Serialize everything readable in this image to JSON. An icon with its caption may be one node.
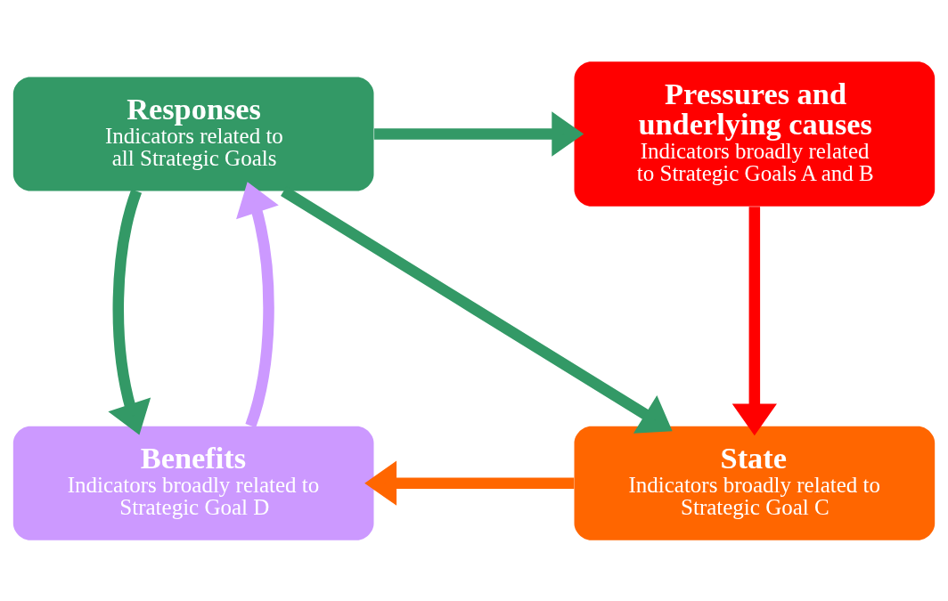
{
  "diagram": {
    "nodes": [
      {
        "text": [
          "Responses",
          "Indicators related to all Strategic Goals"
        ]
      },
      {
        "text": [
          "Pressures and underlying causes",
          "Indicators broadly related to Strategic Goals A and B"
        ]
      },
      {
        "text": [
          "Benefits",
          "Indicators broadly related to Strategic Goal D"
        ]
      },
      {
        "text": [
          "State",
          "Indicators broadly related to Strategic Goal C"
        ]
      }
    ],
    "edges": [
      {
        "from": 0,
        "to": 1,
        "arrow": "to"
      },
      {
        "from": 0,
        "to": 2,
        "arrow": "to"
      },
      {
        "from": 0,
        "to": 3,
        "arrow": "to"
      },
      {
        "from": 1,
        "to": 3,
        "arrow": "to",
        "color": "#ff0000"
      },
      {
        "from": 3,
        "to": 2,
        "arrow": "to",
        "color": "#ff6600"
      },
      {
        "from": 2,
        "to": 0,
        "arrow": "to",
        "color": "#cc99ff"
      }
    ]
  }
}
